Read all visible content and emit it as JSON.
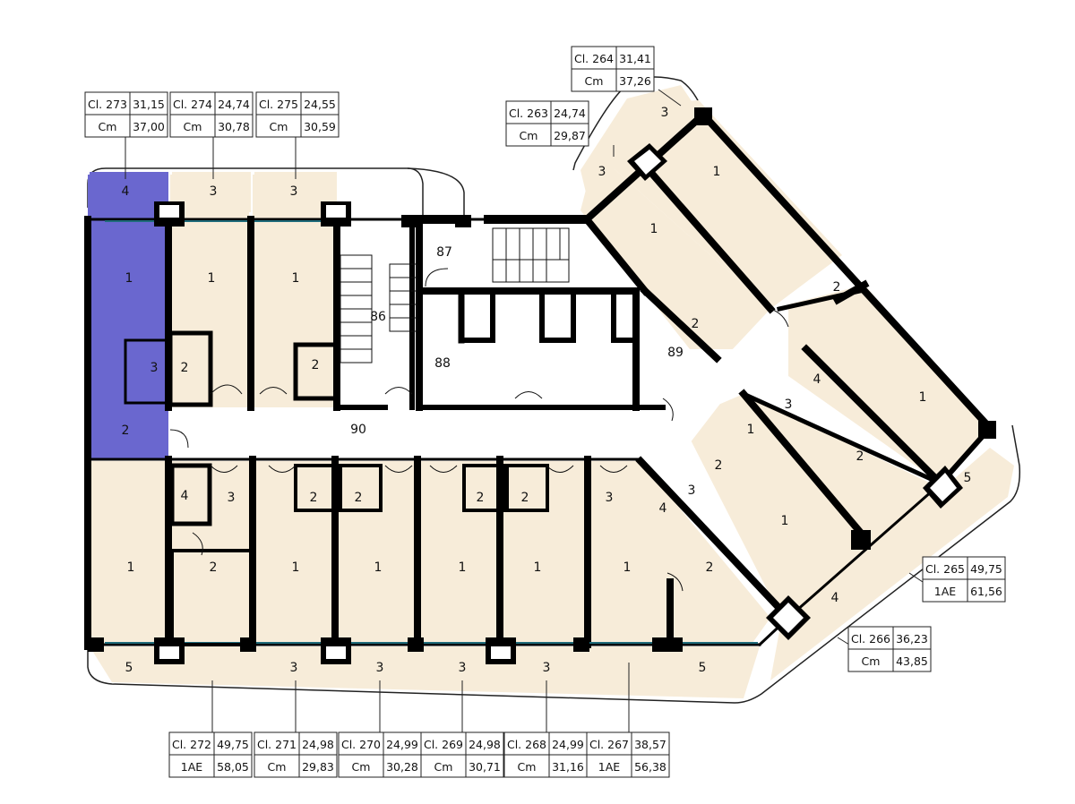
{
  "colors": {
    "apartment_fill": "#f7ecd9",
    "selected_fill": "#6a67cf",
    "wall": "#000000",
    "glass": "#1f6b7a",
    "corridor": "#ffffff"
  },
  "selected_apartment": "Cl. 273",
  "core_labels": {
    "stair_left": "86",
    "lift_lobby": "87",
    "service": "88",
    "stair_right": "89",
    "corridor": "90"
  },
  "apartments": [
    {
      "id": "Cl. 273",
      "area": "31,15",
      "type": "Cm",
      "total": "37,00"
    },
    {
      "id": "Cl. 274",
      "area": "24,74",
      "type": "Cm",
      "total": "30,78"
    },
    {
      "id": "Cl. 275",
      "area": "24,55",
      "type": "Cm",
      "total": "30,59"
    },
    {
      "id": "Cl. 264",
      "area": "31,41",
      "type": "Cm",
      "total": "37,26"
    },
    {
      "id": "Cl. 263",
      "area": "24,74",
      "type": "Cm",
      "total": "29,87"
    },
    {
      "id": "Cl. 265",
      "area": "49,75",
      "type": "1AE",
      "total": "61,56"
    },
    {
      "id": "Cl. 266",
      "area": "36,23",
      "type": "Cm",
      "total": "43,85"
    },
    {
      "id": "Cl. 272",
      "area": "49,75",
      "type": "1AE",
      "total": "58,05"
    },
    {
      "id": "Cl. 271",
      "area": "24,98",
      "type": "Cm",
      "total": "29,83"
    },
    {
      "id": "Cl. 270",
      "area": "24,99",
      "type": "Cm",
      "total": "30,28"
    },
    {
      "id": "Cl. 269",
      "area": "24,98",
      "type": "Cm",
      "total": "30,71"
    },
    {
      "id": "Cl. 268",
      "area": "24,99",
      "type": "Cm",
      "total": "31,16"
    },
    {
      "id": "Cl. 267",
      "area": "38,57",
      "type": "1AE",
      "total": "56,38"
    }
  ],
  "room_labels": {
    "one": "1",
    "two": "2",
    "three": "3",
    "four": "4",
    "five": "5"
  }
}
